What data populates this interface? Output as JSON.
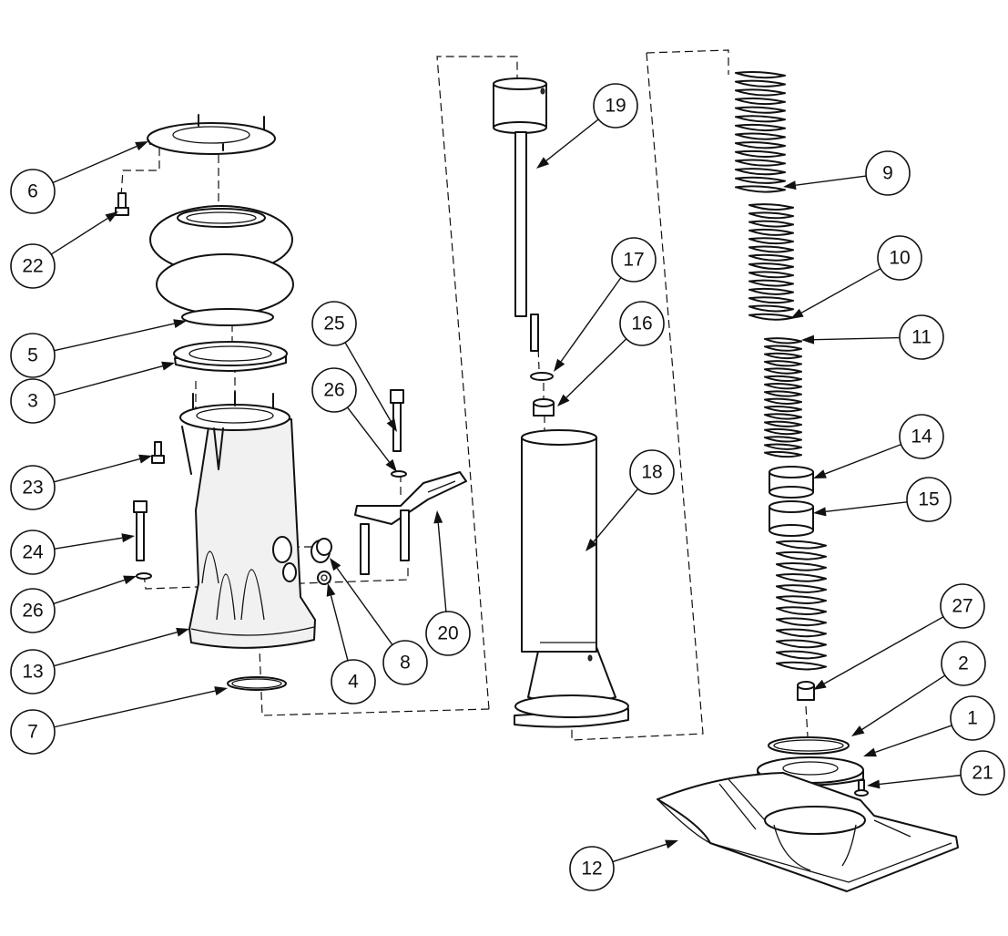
{
  "callouts": [
    {
      "id": "1",
      "label": "1"
    },
    {
      "id": "2",
      "label": "2"
    },
    {
      "id": "3",
      "label": "3"
    },
    {
      "id": "4",
      "label": "4"
    },
    {
      "id": "5",
      "label": "5"
    },
    {
      "id": "6",
      "label": "6"
    },
    {
      "id": "7",
      "label": "7"
    },
    {
      "id": "8",
      "label": "8"
    },
    {
      "id": "9",
      "label": "9"
    },
    {
      "id": "10",
      "label": "10"
    },
    {
      "id": "11",
      "label": "11"
    },
    {
      "id": "12",
      "label": "12"
    },
    {
      "id": "13",
      "label": "13"
    },
    {
      "id": "14",
      "label": "14"
    },
    {
      "id": "15",
      "label": "15"
    },
    {
      "id": "16",
      "label": "16"
    },
    {
      "id": "17",
      "label": "17"
    },
    {
      "id": "18",
      "label": "18"
    },
    {
      "id": "19",
      "label": "19"
    },
    {
      "id": "20",
      "label": "20"
    },
    {
      "id": "21",
      "label": "21"
    },
    {
      "id": "22",
      "label": "22"
    },
    {
      "id": "23",
      "label": "23"
    },
    {
      "id": "24",
      "label": "24"
    },
    {
      "id": "25",
      "label": "25"
    },
    {
      "id": "26a",
      "label": "26"
    },
    {
      "id": "26b",
      "label": "26"
    },
    {
      "id": "27",
      "label": "27"
    }
  ]
}
